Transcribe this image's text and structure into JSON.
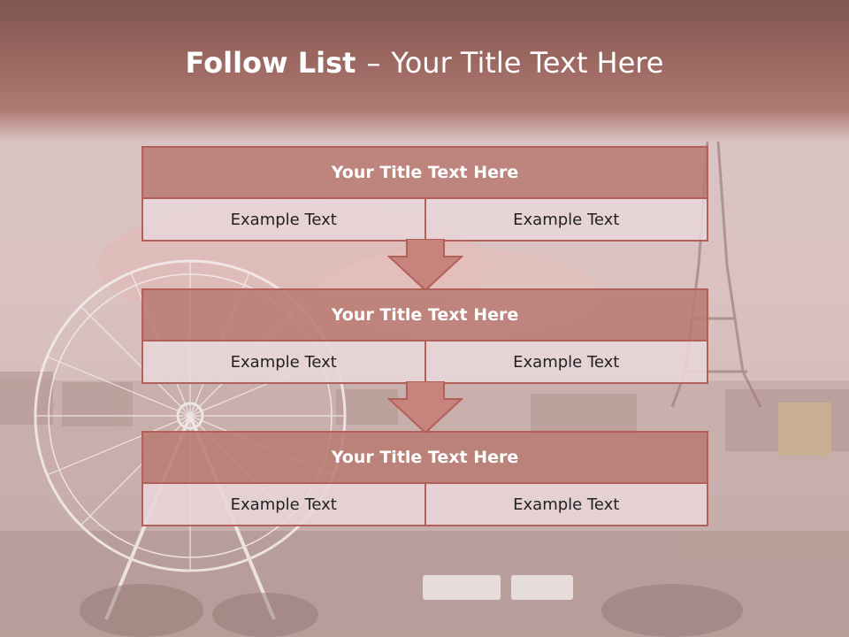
{
  "slide": {
    "title_bold": "Follow List",
    "title_dash": "–",
    "title_rest": "Your Title Text Here"
  },
  "steps": [
    {
      "title": "Your Title Text Here",
      "left": "Example Text",
      "right": "Example Text"
    },
    {
      "title": "Your Title Text Here",
      "left": "Example Text",
      "right": "Example Text"
    },
    {
      "title": "Your Title Text Here",
      "left": "Example Text",
      "right": "Example Text"
    }
  ],
  "colors": {
    "header": "#9a6660",
    "box_border": "#b2605a",
    "box_head": "#b87a72",
    "box_cell": "#e8d6d8",
    "arrow_fill": "#c7847c"
  },
  "icons": {
    "connector": "down-arrow-icon"
  }
}
